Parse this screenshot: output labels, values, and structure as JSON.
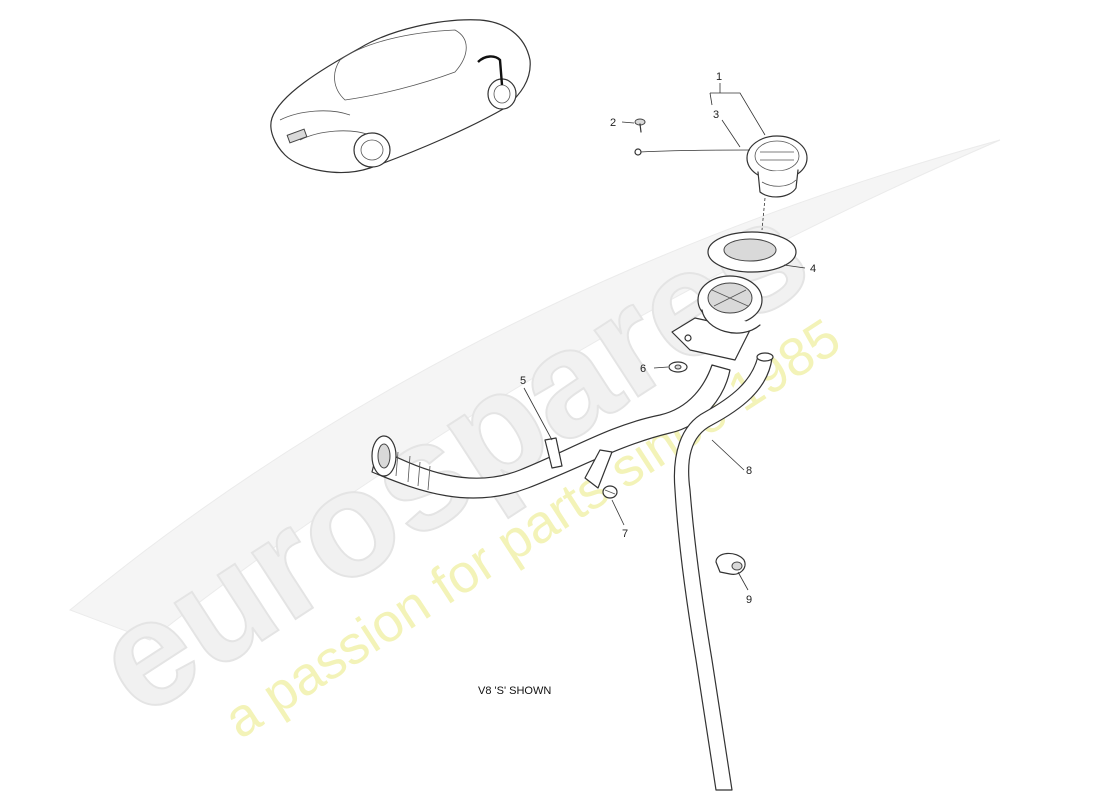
{
  "watermark": {
    "brand": "eurospares",
    "tagline": "a passion for parts since 1985"
  },
  "caption": "V8 'S' SHOWN",
  "callouts": [
    {
      "id": "1",
      "label": "1"
    },
    {
      "id": "2",
      "label": "2"
    },
    {
      "id": "3",
      "label": "3"
    },
    {
      "id": "4",
      "label": "4"
    },
    {
      "id": "5",
      "label": "5"
    },
    {
      "id": "6",
      "label": "6"
    },
    {
      "id": "7",
      "label": "7"
    },
    {
      "id": "8",
      "label": "8"
    },
    {
      "id": "9",
      "label": "9"
    }
  ]
}
